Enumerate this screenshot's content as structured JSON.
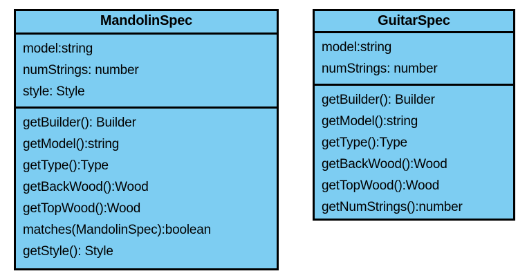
{
  "diagram": {
    "type": "uml-class-diagram",
    "background_color": "#ffffff",
    "class_fill_color": "#7dcdf2",
    "border_color": "#000000",
    "text_color": "#000000",
    "classes": [
      {
        "name": "MandolinSpec",
        "attributes": [
          "model:string",
          "numStrings: number",
          "style: Style"
        ],
        "methods": [
          "getBuilder(): Builder",
          "getModel():string",
          "getType():Type",
          "getBackWood():Wood",
          "getTopWood():Wood",
          "matches(MandolinSpec):boolean",
          "getStyle(): Style"
        ]
      },
      {
        "name": "GuitarSpec",
        "attributes": [
          "model:string",
          "numStrings: number"
        ],
        "methods": [
          "getBuilder(): Builder",
          "getModel():string",
          "getType():Type",
          "getBackWood():Wood",
          "getTopWood():Wood",
          "getNumStrings():number"
        ]
      }
    ]
  }
}
